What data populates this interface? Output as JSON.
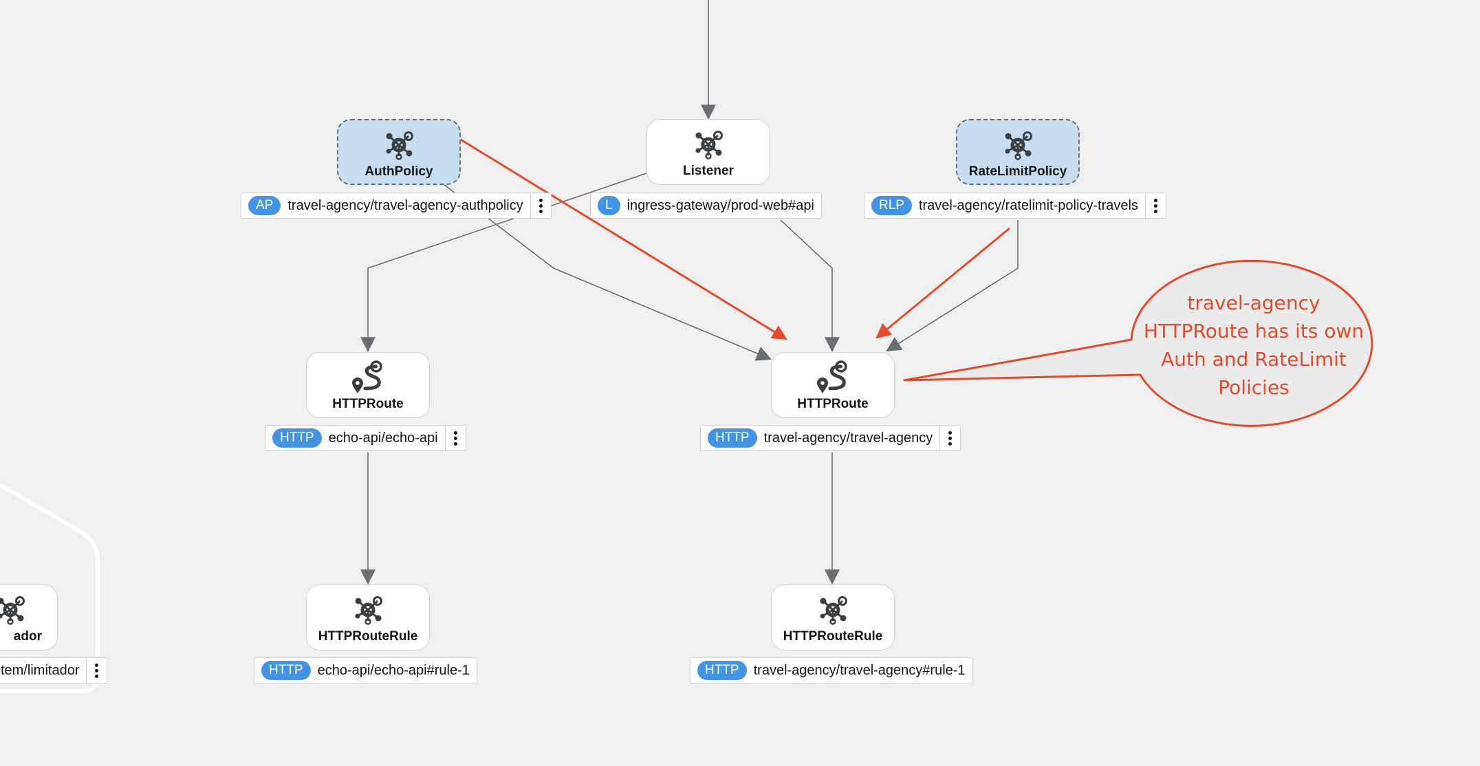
{
  "nodes": {
    "auth_policy": {
      "title": "AuthPolicy",
      "badge": "AP",
      "label": "travel-agency/travel-agency-authpolicy"
    },
    "listener": {
      "title": "Listener",
      "badge": "L",
      "label": "ingress-gateway/prod-web#api"
    },
    "ratelimit_policy": {
      "title": "RateLimitPolicy",
      "badge": "RLP",
      "label": "travel-agency/ratelimit-policy-travels"
    },
    "httproute_echo": {
      "title": "HTTPRoute",
      "badge": "HTTP",
      "label": "echo-api/echo-api"
    },
    "httproute_travel": {
      "title": "HTTPRoute",
      "badge": "HTTP",
      "label": "travel-agency/travel-agency"
    },
    "rule_echo": {
      "title": "HTTPRouteRule",
      "badge": "HTTP",
      "label": "echo-api/echo-api#rule-1"
    },
    "rule_travel": {
      "title": "HTTPRouteRule",
      "badge": "HTTP",
      "label": "travel-agency/travel-agency#rule-1"
    },
    "limitador_partial": {
      "title": "ador",
      "label": "tem/limitador"
    }
  },
  "callout": {
    "text": "travel-agency HTTPRoute has its own Auth and RateLimit Policies",
    "lines": [
      "travel-agency",
      "HTTPRoute has its own",
      "Auth and RateLimit",
      "Policies"
    ]
  },
  "colors": {
    "background": "#f0f0f0",
    "policy_fill": "#c6def1",
    "badge": "#4394e5",
    "edge": "#6a6e73",
    "annotation": "#e54a2a"
  },
  "icons": {
    "resource": "hub-icon",
    "route": "route-icon"
  }
}
